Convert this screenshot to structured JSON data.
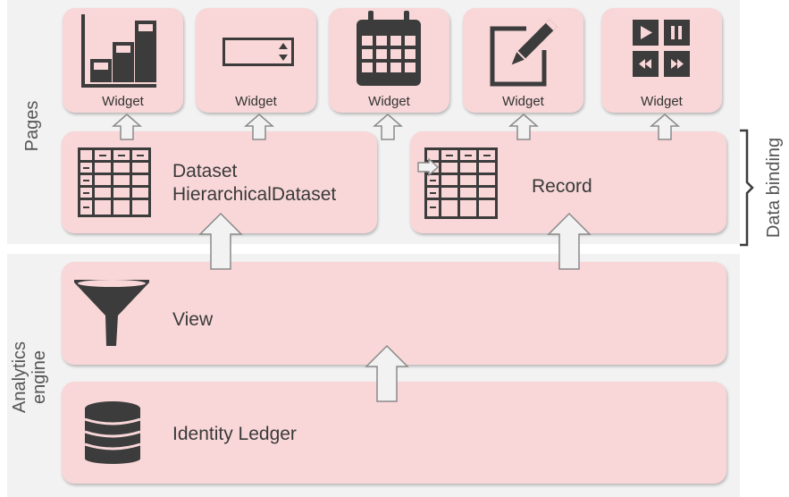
{
  "sections": {
    "pages_label": "Pages",
    "analytics_label_line1": "Analytics",
    "analytics_label_line2": "engine",
    "data_binding_label": "Data binding"
  },
  "widgets": [
    {
      "label": "Widget",
      "icon": "bar-chart-icon"
    },
    {
      "label": "Widget",
      "icon": "spinner-input-icon"
    },
    {
      "label": "Widget",
      "icon": "calendar-icon"
    },
    {
      "label": "Widget",
      "icon": "edit-icon"
    },
    {
      "label": "Widget",
      "icon": "media-controls-icon"
    }
  ],
  "dataset_box": {
    "line1": "Dataset",
    "line2": "HierarchicalDataset",
    "icon": "table-icon"
  },
  "record_box": {
    "label": "Record",
    "icon": "table-row-pointer-icon"
  },
  "view_box": {
    "label": "View",
    "icon": "funnel-icon"
  },
  "ledger_box": {
    "label": "Identity Ledger",
    "icon": "database-icon"
  },
  "colors": {
    "box_fill": "#f9d7d8",
    "band_fill": "#f2f2f2",
    "icon_fill": "#3c3c3c",
    "arrow_fill": "#f2f2f2",
    "arrow_stroke": "#8a8a8a"
  }
}
